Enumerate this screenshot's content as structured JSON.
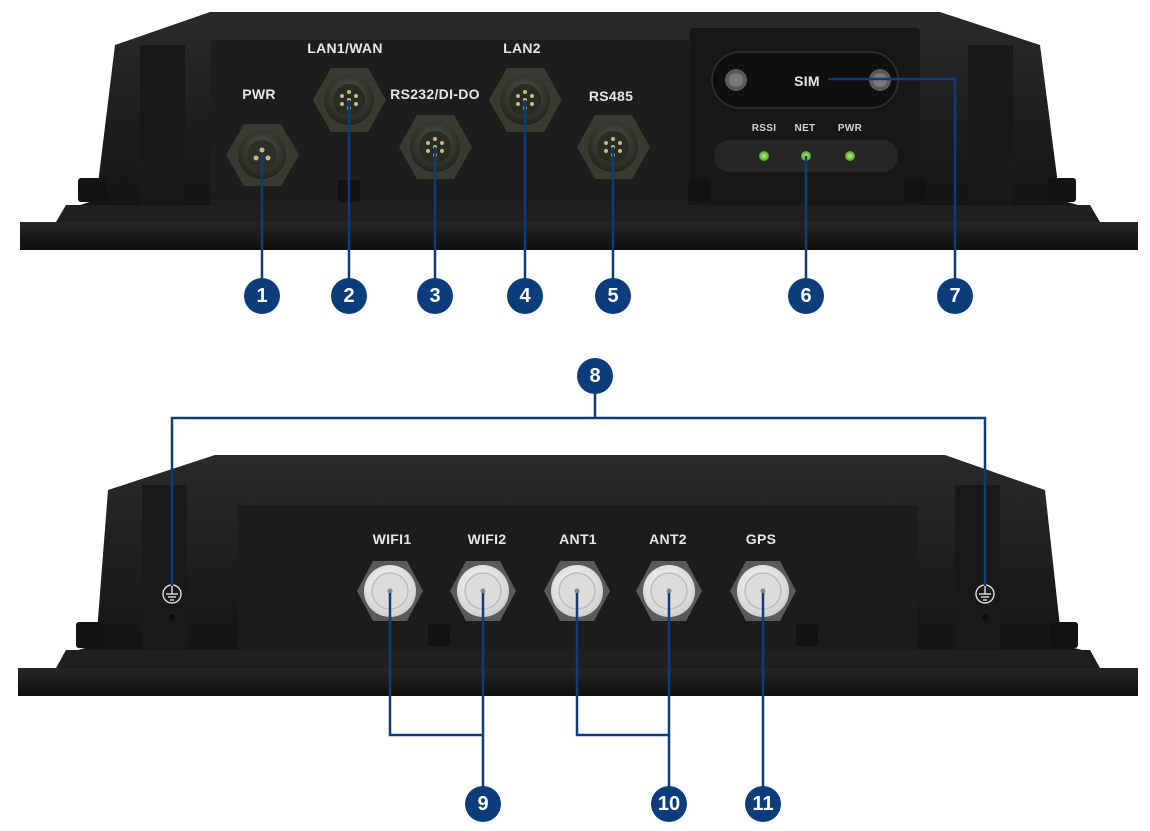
{
  "front_panel": {
    "port_labels": [
      "PWR",
      "LAN1/WAN",
      "RS232/DI-DO",
      "LAN2",
      "RS485"
    ],
    "sim_label": "SIM",
    "led_labels": [
      "RSSI",
      "NET",
      "PWR"
    ]
  },
  "rear_panel": {
    "antenna_labels": [
      "WIFI1",
      "WIFI2",
      "ANT1",
      "ANT2",
      "GPS"
    ]
  },
  "callouts": [
    "1",
    "2",
    "3",
    "4",
    "5",
    "6",
    "7",
    "8",
    "9",
    "10",
    "11"
  ],
  "colors": {
    "callout_fill": "#0b3d7c",
    "leader_line": "#0b3d7c",
    "led_on": "#7cd34a",
    "housing": "#1b1b1b"
  },
  "icons": [
    "ground-icon",
    "ground-icon"
  ]
}
